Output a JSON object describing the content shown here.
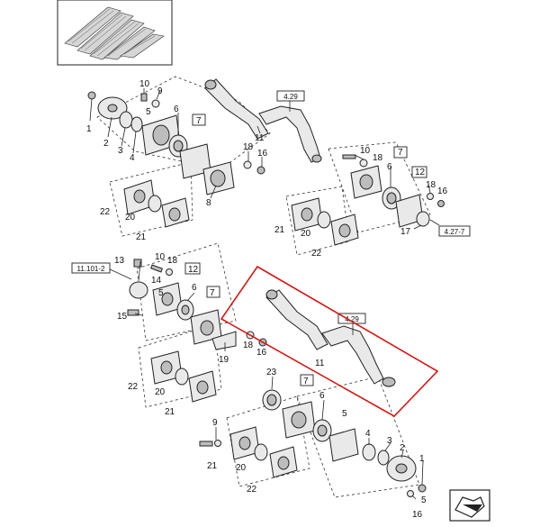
{
  "diagram": {
    "highlight_color": "#d01818",
    "callouts": {
      "c1a": "1",
      "c2a": "2",
      "c3a": "3",
      "c4a": "4",
      "c5a": "5",
      "c6a": "6",
      "c7a": "7",
      "c8a": "8",
      "c9a": "9",
      "c10a": "10",
      "c11a": "11",
      "c16a": "16",
      "c18a": "18",
      "c20a": "20",
      "c21a": "21",
      "c22a": "22",
      "c6b": "6",
      "c7b": "7",
      "c10b": "10",
      "c12b": "12",
      "c16b": "16",
      "c17b": "17",
      "c18b": "18",
      "c20b": "20",
      "c21b": "21",
      "c13c": "13",
      "c10c": "10",
      "c14c": "14",
      "c15c": "15",
      "c18c": "18",
      "c12c": "12",
      "c6c": "6",
      "c7c": "7",
      "c16c": "16",
      "c18c2": "18",
      "c19c": "19",
      "c11c": "11",
      "c20c": "20",
      "c21c": "21",
      "c22c": "22",
      "c23d": "23",
      "c7d": "7",
      "c6d": "6",
      "c9d": "9",
      "c21d": "21",
      "c20d": "20",
      "c22d": "22",
      "c4d": "4",
      "c3d": "3",
      "c2d": "2",
      "c1d": "1",
      "c5d": "5",
      "c16d": "16"
    },
    "ref_boxes": {
      "r429a": "4.29",
      "r4277": "4.27-7",
      "r111012": "11.101-2",
      "r429b": "4.29"
    },
    "icons": [
      "parts-catalog-thumbnail-icon",
      "next-page-arrow-icon"
    ]
  }
}
